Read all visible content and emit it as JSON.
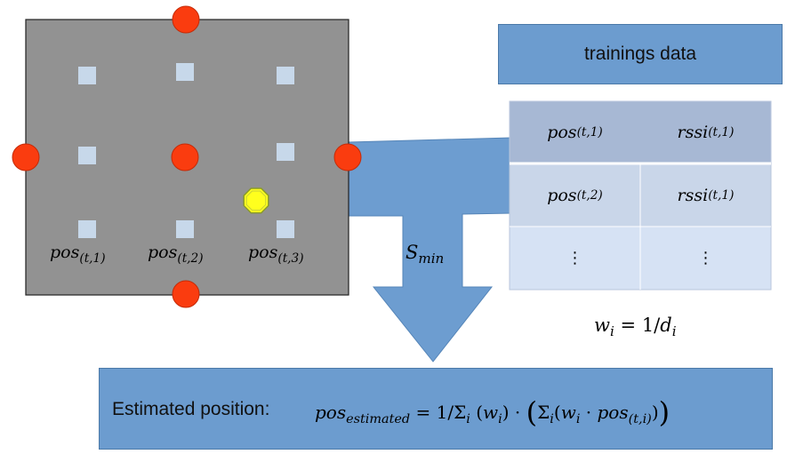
{
  "grid": {
    "labels": [
      "pos",
      "pos",
      "pos"
    ],
    "subscripts": [
      "(t,1)",
      "(t,2)",
      "(t,3)"
    ]
  },
  "training": {
    "title": "trainings data",
    "rows": [
      {
        "pos": "pos",
        "pos_sub": "(t,1)",
        "rssi": "rssi",
        "rssi_sub": "(t,1)"
      },
      {
        "pos": "pos",
        "pos_sub": "(t,2)",
        "rssi": "rssi",
        "rssi_sub": "(t,1)"
      },
      {
        "pos": "⋮",
        "rssi": "⋮"
      }
    ]
  },
  "arrow_label": {
    "main": "S",
    "sub": "min"
  },
  "weight": {
    "w": "w",
    "w_sub": "i",
    "equals": "=",
    "one_over": "1/",
    "d": "d",
    "d_sub": "i"
  },
  "estimate": {
    "label": "Estimated position:",
    "pos": "pos",
    "pos_sub": "estimated",
    "eq": "=",
    "one_over": "1/",
    "sigma": "Σ",
    "sigma_sub": "i",
    "w": "w",
    "w_sub": "i",
    "dot": "·",
    "inner_pos_sub": "(t,i)"
  },
  "colors": {
    "area": "#929292",
    "anchor": "#fa3c0f",
    "node": "#c7d8ea",
    "target": "#ffff1e",
    "arrow": "#6d9dd0",
    "box": "#6c9ccf",
    "table_header": "#a7b8d4",
    "table_row": "#c9d6e9",
    "table_row_light": "#d6e2f4"
  },
  "icons": [
    "anchor-circle",
    "reference-node-square",
    "target-octagon",
    "down-arrow"
  ]
}
